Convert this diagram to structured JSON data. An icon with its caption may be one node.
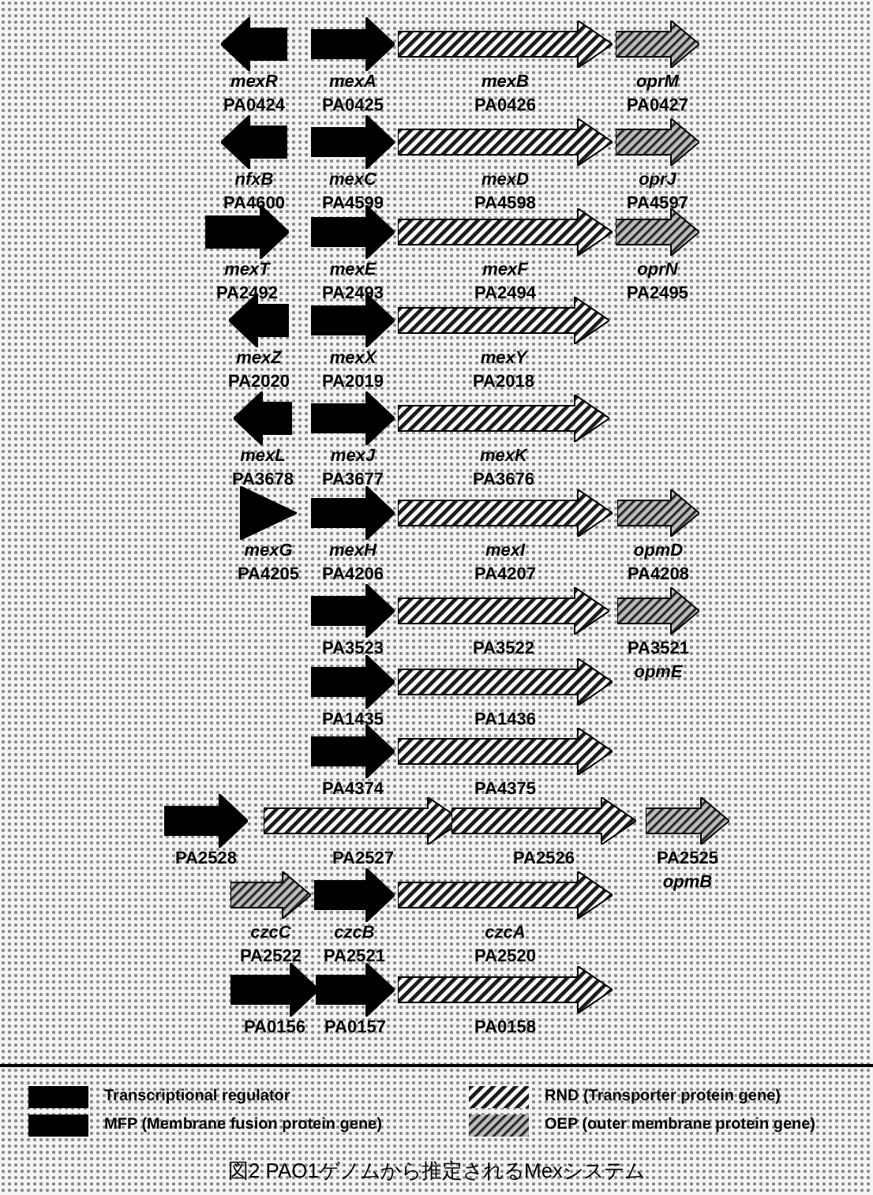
{
  "diagram": {
    "caption": "図2 PAO1ゲノムから推定されるMexシステム",
    "nodes": [
      {
        "text": [
          "mexR",
          "PA0424"
        ]
      },
      {
        "text": [
          "mexA",
          "PA0425"
        ]
      },
      {
        "text": [
          "mexB",
          "PA0426"
        ]
      },
      {
        "text": [
          "oprM",
          "PA0427"
        ]
      },
      {
        "text": [
          "nfxB",
          "PA4600"
        ]
      },
      {
        "text": [
          "mexC",
          "PA4599"
        ]
      },
      {
        "text": [
          "mexD",
          "PA4598"
        ]
      },
      {
        "text": [
          "oprJ",
          "PA4597"
        ]
      },
      {
        "text": [
          "mexT",
          "PA2492"
        ]
      },
      {
        "text": [
          "mexE",
          "PA2493"
        ]
      },
      {
        "text": [
          "mexF",
          "PA2494"
        ]
      },
      {
        "text": [
          "oprN",
          "PA2495"
        ]
      },
      {
        "text": [
          "mexZ",
          "PA2020"
        ]
      },
      {
        "text": [
          "mexX",
          "PA2019"
        ]
      },
      {
        "text": [
          "mexY",
          "PA2018"
        ]
      },
      {
        "text": [
          "mexL",
          "PA3678"
        ]
      },
      {
        "text": [
          "mexJ",
          "PA3677"
        ]
      },
      {
        "text": [
          "mexK",
          "PA3676"
        ]
      },
      {
        "text": [
          "mexG",
          "PA4205"
        ]
      },
      {
        "text": [
          "mexH",
          "PA4206"
        ]
      },
      {
        "text": [
          "mexI",
          "PA4207"
        ]
      },
      {
        "text": [
          "opmD",
          "PA4208"
        ]
      },
      {
        "text": [
          "PA3523"
        ]
      },
      {
        "text": [
          "PA3522"
        ]
      },
      {
        "text": [
          "PA3521",
          "opmE"
        ]
      },
      {
        "text": [
          "PA1435"
        ]
      },
      {
        "text": [
          "PA1436"
        ]
      },
      {
        "text": [
          "PA4374"
        ]
      },
      {
        "text": [
          "PA4375"
        ]
      },
      {
        "text": [
          "PA2528"
        ]
      },
      {
        "text": [
          "PA2527"
        ]
      },
      {
        "text": [
          "PA2526"
        ]
      },
      {
        "text": [
          "PA2525",
          "opmB"
        ]
      },
      {
        "text": [
          "czcC",
          "PA2522"
        ]
      },
      {
        "text": [
          "czcB",
          "PA2521"
        ]
      },
      {
        "text": [
          "czcA",
          "PA2520"
        ]
      },
      {
        "text": [
          "PA0156"
        ]
      },
      {
        "text": [
          "PA0157"
        ]
      },
      {
        "text": [
          "PA0158"
        ]
      }
    ],
    "legend": [
      {
        "text": "Transcriptional regulator",
        "color": "#000000"
      },
      {
        "text": "MFP (Membrane fusion protein gene)",
        "color": "#000000"
      },
      {
        "text": "RND (Transporter protein gene)"
      },
      {
        "text": "OEP (outer membrane protein gene)"
      }
    ]
  }
}
